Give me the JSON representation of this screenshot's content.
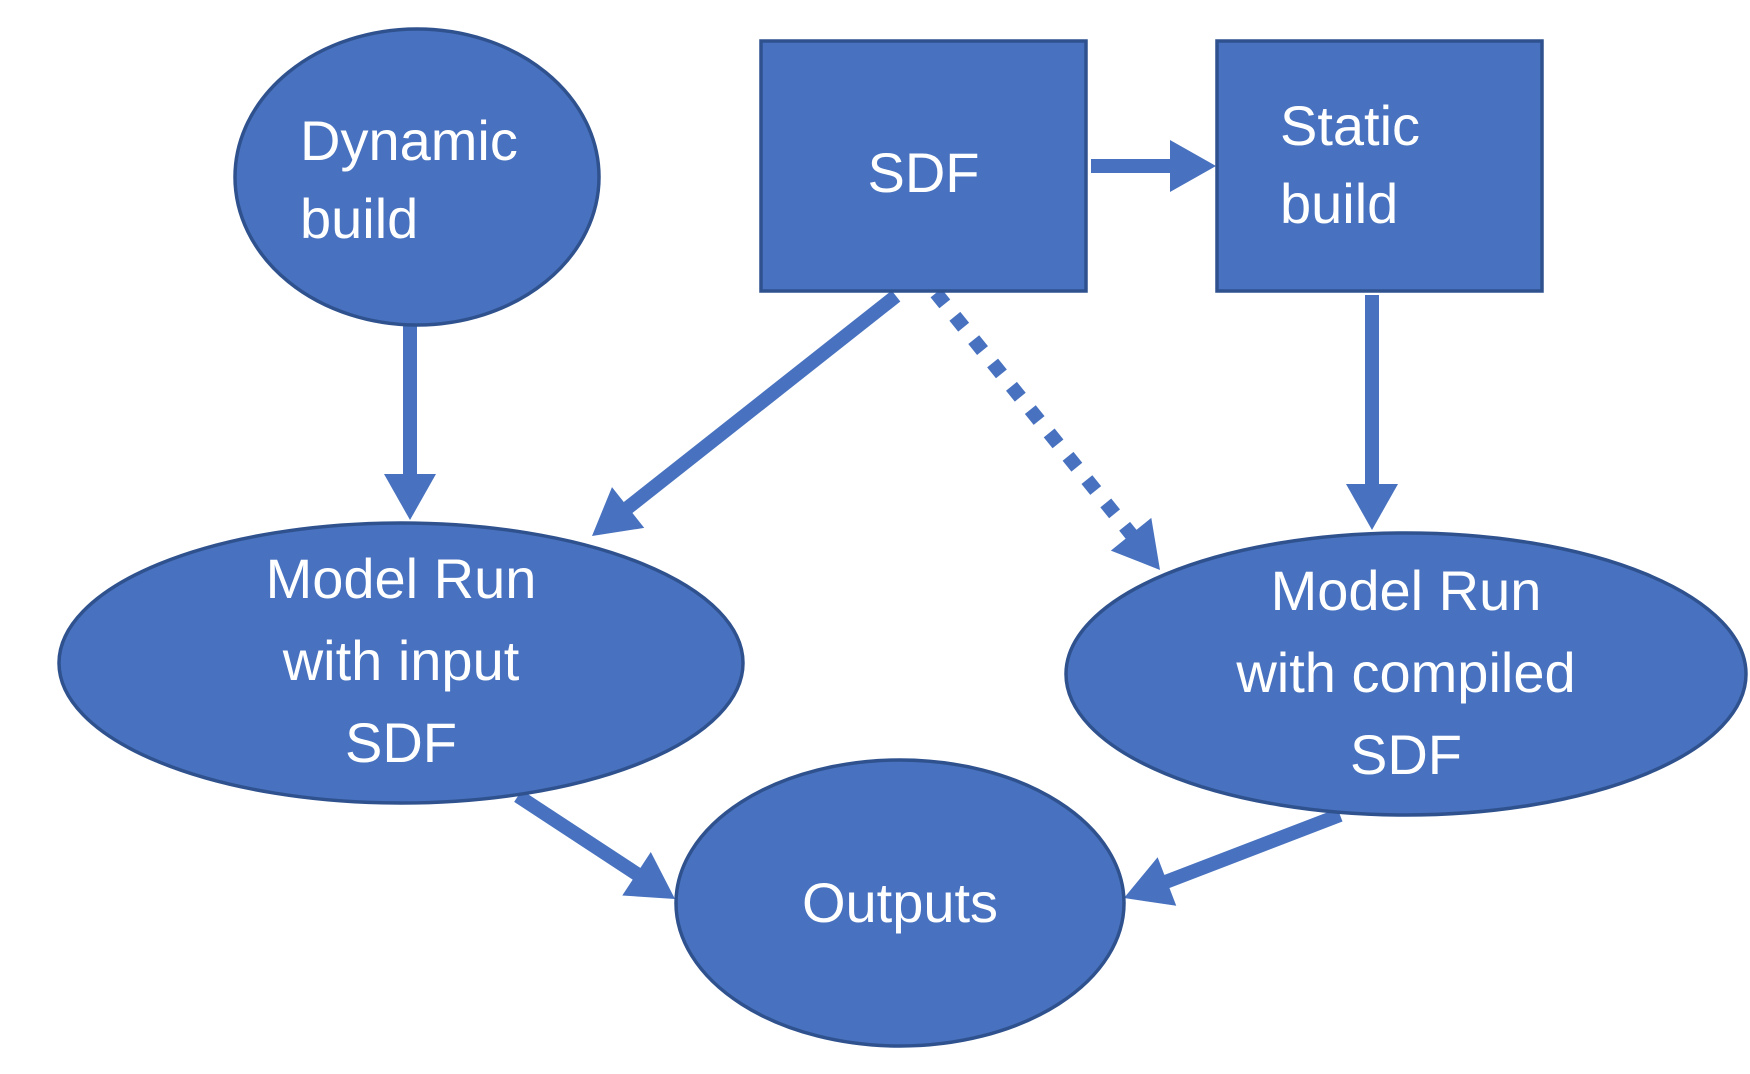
{
  "diagram": {
    "colors": {
      "fill": "#4872BF",
      "stroke": "#2F528F",
      "text": "#FFFFFF",
      "background": "#FFFFFF"
    },
    "nodes": [
      {
        "id": "dynamic_build",
        "shape": "ellipse",
        "lines": [
          "Dynamic",
          "build"
        ]
      },
      {
        "id": "sdf",
        "shape": "rectangle",
        "lines": [
          "SDF"
        ]
      },
      {
        "id": "static_build",
        "shape": "rectangle",
        "lines": [
          "Static",
          "build"
        ]
      },
      {
        "id": "model_run_input",
        "shape": "ellipse",
        "lines": [
          "Model Run",
          "with input",
          "SDF"
        ]
      },
      {
        "id": "model_run_compiled",
        "shape": "ellipse",
        "lines": [
          "Model Run",
          "with compiled",
          "SDF"
        ]
      },
      {
        "id": "outputs",
        "shape": "ellipse",
        "lines": [
          "Outputs"
        ]
      }
    ],
    "edges": [
      {
        "from": "sdf",
        "to": "static_build",
        "style": "solid"
      },
      {
        "from": "dynamic_build",
        "to": "model_run_input",
        "style": "solid"
      },
      {
        "from": "sdf",
        "to": "model_run_input",
        "style": "solid"
      },
      {
        "from": "sdf",
        "to": "model_run_compiled",
        "style": "dotted"
      },
      {
        "from": "static_build",
        "to": "model_run_compiled",
        "style": "solid"
      },
      {
        "from": "model_run_input",
        "to": "outputs",
        "style": "solid"
      },
      {
        "from": "model_run_compiled",
        "to": "outputs",
        "style": "solid"
      }
    ]
  }
}
